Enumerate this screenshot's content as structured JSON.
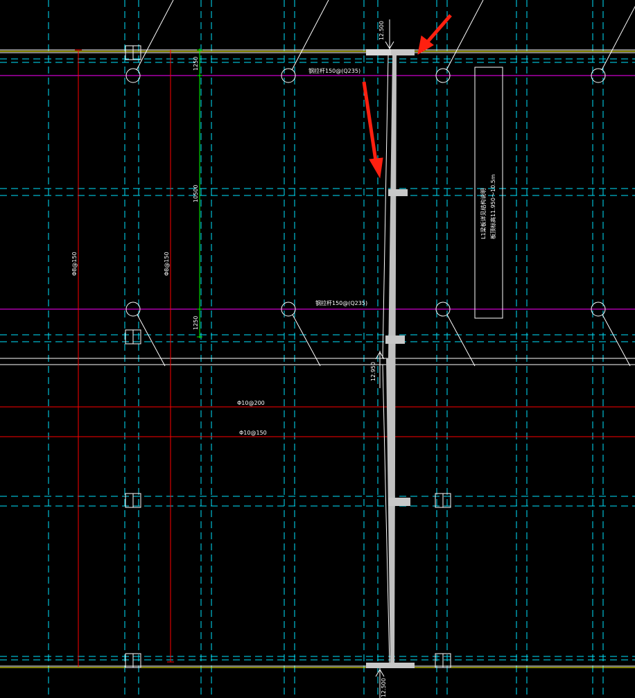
{
  "drawing": {
    "colors": {
      "background": "#000000",
      "grid_dashed": "#00e5ff",
      "beam_white": "#ffffff",
      "slab_magenta": "#ff00ff",
      "rebar_red": "#ff0000",
      "dimension_green": "#00ff00",
      "edge_yellow": "#ffff00",
      "slope_gray": "#bfbfbf",
      "arrow_red": "#ff2010"
    },
    "labels": {
      "elev_top": "12.500",
      "elev_mid": "12.950",
      "elev_bottom": "12.500",
      "dim_upper": "1250",
      "dim_mid": "10500",
      "dim_lower": "1250",
      "rebar_v1": "Φ8@150",
      "rebar_v2": "Φ8@150",
      "rebar_h1": "Φ10@200",
      "rebar_h2": "Φ10@150",
      "tie_upper": "钢拉杆150@(Q235)",
      "tie_lower": "钢拉杆150@(Q235)",
      "note_line1": "L1梁板详见结构说明",
      "note_line2": "板顶标高11.950～10.5m"
    }
  }
}
